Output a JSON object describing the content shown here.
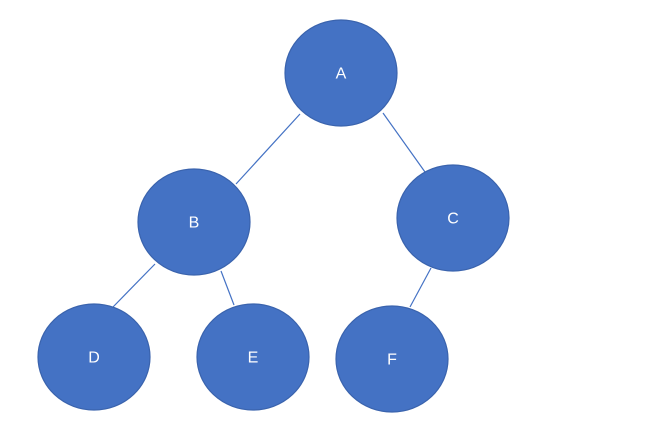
{
  "diagram": {
    "colors": {
      "node_fill": "#4472c4",
      "edge": "#4472c4",
      "label": "#ffffff",
      "background": "#ffffff"
    },
    "nodes": [
      {
        "id": "A",
        "label": "A"
      },
      {
        "id": "B",
        "label": "B"
      },
      {
        "id": "C",
        "label": "C"
      },
      {
        "id": "D",
        "label": "D"
      },
      {
        "id": "E",
        "label": "E"
      },
      {
        "id": "F",
        "label": "F"
      }
    ],
    "edges": [
      {
        "from": "A",
        "to": "B"
      },
      {
        "from": "A",
        "to": "C"
      },
      {
        "from": "B",
        "to": "D"
      },
      {
        "from": "B",
        "to": "E"
      },
      {
        "from": "C",
        "to": "F"
      }
    ]
  }
}
